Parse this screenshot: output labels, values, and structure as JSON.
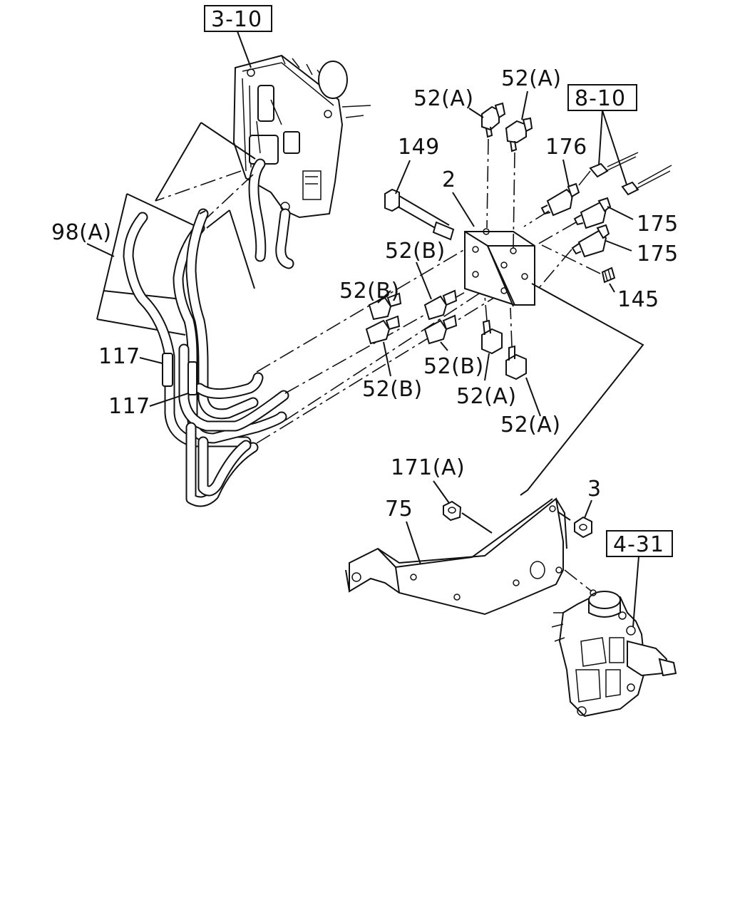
{
  "diagram": {
    "references": {
      "ref_3_10": "3-10",
      "ref_8_10": "8-10",
      "ref_4_31": "4-31"
    },
    "labels": {
      "l_98a": "98(A)",
      "l_149": "149",
      "l_2": "2",
      "l_52a_top1": "52(A)",
      "l_52a_top2": "52(A)",
      "l_176": "176",
      "l_175_a": "175",
      "l_175_b": "175",
      "l_145": "145",
      "l_52b_1": "52(B)",
      "l_52b_2": "52(B)",
      "l_52b_3": "52(B)",
      "l_52b_4": "52(B)",
      "l_52a_bot1": "52(A)",
      "l_52a_bot2": "52(A)",
      "l_117_a": "117",
      "l_117_b": "117",
      "l_171a": "171(A)",
      "l_3": "3",
      "l_75": "75"
    }
  }
}
